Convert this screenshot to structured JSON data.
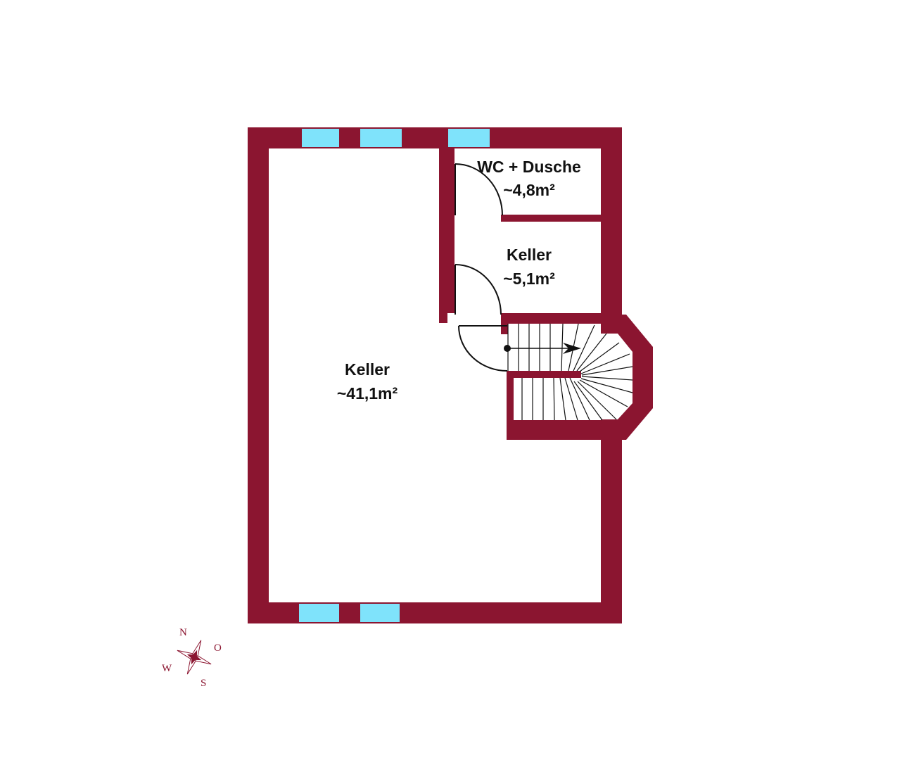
{
  "colors": {
    "wall": "#8b1530",
    "window": "#7fe3fb",
    "background": "#ffffff",
    "line": "#111111"
  },
  "rooms": {
    "wc": {
      "name": "WC + Dusche",
      "area": "~4,8m²"
    },
    "keller_small": {
      "name": "Keller",
      "area": "~5,1m²"
    },
    "keller_main": {
      "name": "Keller",
      "area": "~41,1m²"
    }
  },
  "compass": {
    "north": "N",
    "east": "O",
    "south": "S",
    "west": "W",
    "icon": "compass-rose-icon"
  }
}
